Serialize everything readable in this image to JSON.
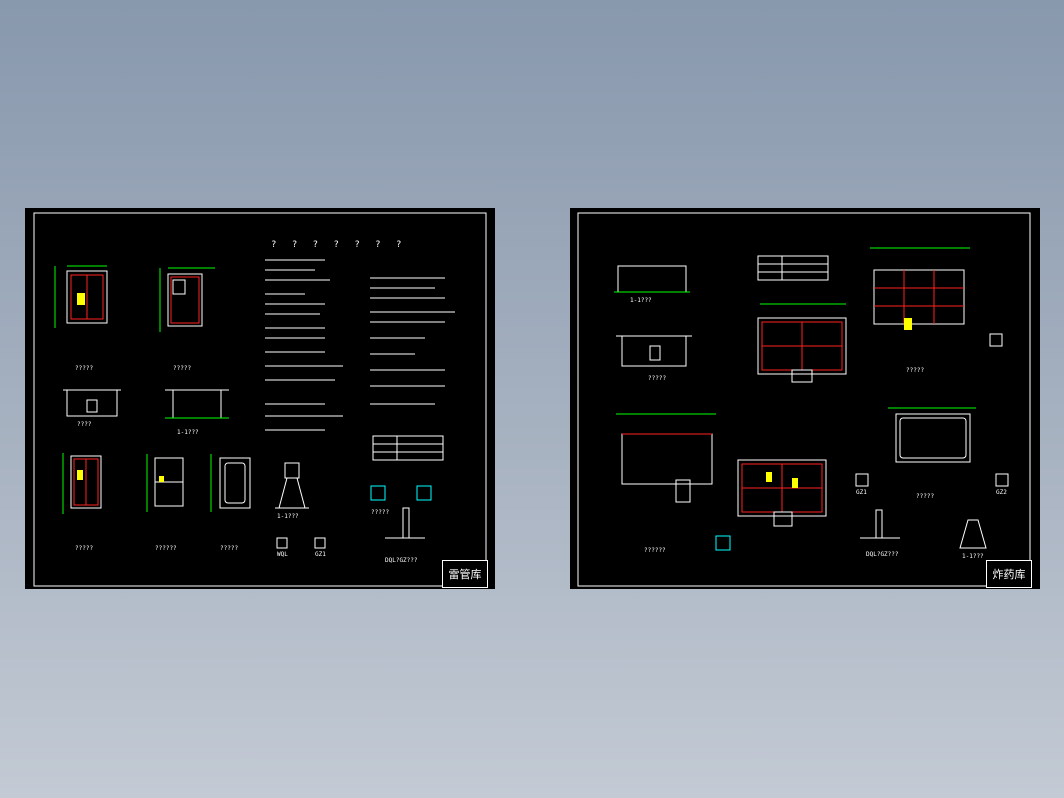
{
  "colors": {
    "background_top": "#8898ad",
    "background_bottom": "#c3cad4",
    "sheet": "#000000",
    "line_white": "#ffffff",
    "line_green": "#00ff00",
    "line_red": "#ff2020",
    "line_cyan": "#00ffff",
    "line_yellow": "#ffff00"
  },
  "left_sheet": {
    "title_block": "雷管库",
    "notes_heading": "? ? ? ? ? ? ?",
    "plan_labels": [
      "?????",
      "?????",
      "?????",
      "??????",
      "?????"
    ],
    "elevation_labels": [
      "????",
      "1-1???"
    ],
    "section_labels": [
      "1-1???",
      "WQL",
      "GZ1",
      "DQL?GZ???",
      "?????"
    ]
  },
  "right_sheet": {
    "title_block": "炸药库",
    "plan_labels": [
      "1-1???",
      "?????",
      "?????",
      "??????",
      "?????"
    ],
    "section_labels": [
      "GZ1",
      "GZ2",
      "DQL?GZ???",
      "1-1???"
    ]
  }
}
